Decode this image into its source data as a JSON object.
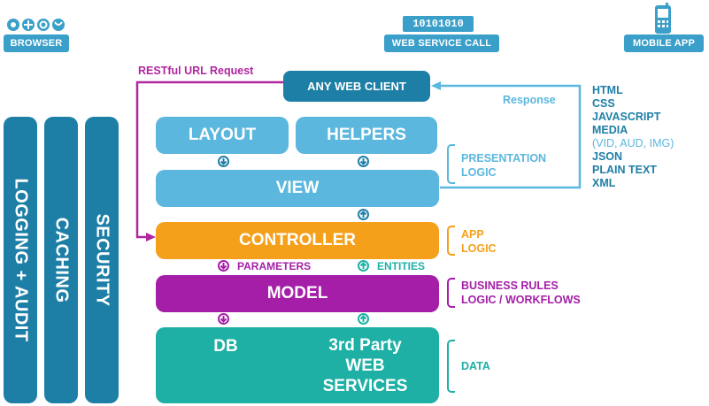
{
  "top": {
    "browser": "BROWSER",
    "web_service_code": "10101010",
    "web_service": "WEB SERVICE CALL",
    "mobile": "MOBILE APP"
  },
  "client": {
    "label": "ANY WEB CLIENT",
    "request": "RESTful URL Request",
    "response": "Response"
  },
  "formats": [
    "HTML",
    "CSS",
    "JAVASCRIPT",
    "MEDIA",
    "(VID, AUD, IMG)",
    "JSON",
    "PLAIN TEXT",
    "XML"
  ],
  "columns": {
    "logging": "LOGGING + AUDIT",
    "caching": "CACHING",
    "security": "SECURITY"
  },
  "layers": {
    "layout": "LAYOUT",
    "helpers": "HELPERS",
    "view": "VIEW",
    "controller": "CONTROLLER",
    "parameters": "PARAMETERS",
    "entities": "ENTITIES",
    "model": "MODEL",
    "db": "DB",
    "third_party_1": "3rd Party",
    "third_party_2": "WEB",
    "third_party_3": "SERVICES"
  },
  "annotations": {
    "presentation_1": "PRESENTATION",
    "presentation_2": "LOGIC",
    "app_1": "APP",
    "app_2": "LOGIC",
    "business_1": "BUSINESS RULES",
    "business_2": "LOGIC / WORKFLOWS",
    "data": "DATA"
  },
  "colors": {
    "dark_blue": "#1e7fa6",
    "light_blue": "#5bb7dd",
    "orange": "#f5a01a",
    "purple": "#a51ea8",
    "teal": "#1eb0a5",
    "request_arrow": "#b0279f"
  }
}
